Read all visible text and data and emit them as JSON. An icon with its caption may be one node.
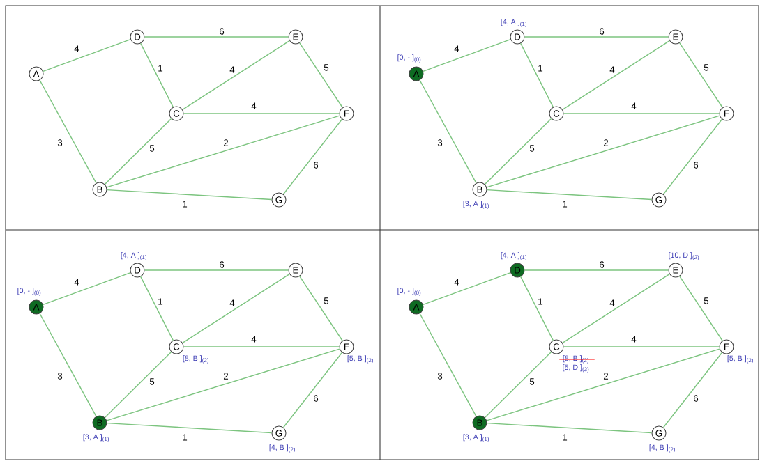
{
  "diagram": {
    "nodes": [
      {
        "text": [
          "D"
        ]
      },
      {
        "text": [
          "E"
        ]
      },
      {
        "text": [
          "A"
        ]
      },
      {
        "text": [
          "C"
        ]
      },
      {
        "text": [
          "F"
        ]
      },
      {
        "text": [
          "B"
        ]
      },
      {
        "text": [
          "G"
        ]
      },
      {
        "text": [
          "D"
        ],
        "beside": [
          "[4, A ]$_{(1)}$"
        ]
      },
      {
        "text": [
          "E"
        ]
      },
      {
        "text": [
          "A"
        ],
        "beside": [
          "[0, - ]$_{(0)}$"
        ]
      },
      {
        "text": [
          "C"
        ]
      },
      {
        "text": [
          "F"
        ]
      },
      {
        "text": [
          "B"
        ],
        "beside": [
          "[3, A ]$_{(1)}$"
        ]
      },
      {
        "text": [
          "G"
        ]
      },
      {
        "text": [
          "D"
        ],
        "beside": [
          "[4, A ]$_{(1)}$"
        ]
      },
      {
        "text": [
          "E"
        ]
      },
      {
        "text": [
          "A"
        ],
        "beside": [
          "[0, - ]$_{(0)}$"
        ]
      },
      {
        "text": [
          "C"
        ],
        "beside": [
          "[8, B ]$_{(2)}$"
        ]
      },
      {
        "text": [
          "F"
        ],
        "beside": [
          "[5, B ]$_{(2)}$"
        ]
      },
      {
        "text": [
          "B"
        ],
        "beside": [
          "[3, A ]$_{(1)}$"
        ]
      },
      {
        "text": [
          "G"
        ],
        "beside": [
          "[4, B ]$_{(2)}$"
        ]
      },
      {
        "text": [
          "D"
        ],
        "beside": [
          "[4, A ]$_{(1)}$"
        ]
      },
      {
        "text": [
          "E"
        ],
        "beside": [
          "[10, D ]$_{(2)}$"
        ]
      },
      {
        "text": [
          "A"
        ],
        "beside": [
          "[0, - ]$_{(0)}$"
        ]
      },
      {
        "text": [
          "C"
        ],
        "beside": [
          "[8, B ]$_{(2)}$",
          "[5, D ]$_{(3)}$"
        ]
      },
      {
        "text": [
          "F"
        ],
        "beside": [
          "[5, B ]$_{(2)}$"
        ]
      },
      {
        "text": [
          "B"
        ],
        "beside": [
          "[3, A ]$_{(1)}$"
        ]
      },
      {
        "text": [
          "G"
        ],
        "beside": [
          "[4, B ]$_{(2)}$"
        ]
      }
    ],
    "edges": [
      {
        "from": 2,
        "to": 0,
        "arrow": "none",
        "label": "4"
      },
      {
        "from": 2,
        "to": 5,
        "arrow": "none",
        "label": "3"
      },
      {
        "from": 0,
        "to": 1,
        "arrow": "none",
        "label": "6"
      },
      {
        "from": 0,
        "to": 3,
        "arrow": "none",
        "label": "1"
      },
      {
        "from": 3,
        "to": 1,
        "arrow": "none",
        "label": "4"
      },
      {
        "from": 3,
        "to": 4,
        "arrow": "none",
        "label": "4"
      },
      {
        "from": 1,
        "to": 4,
        "arrow": "none",
        "label": "5"
      },
      {
        "from": 5,
        "to": 3,
        "arrow": "none",
        "label": "5"
      },
      {
        "from": 5,
        "to": 4,
        "arrow": "none",
        "label": "2"
      },
      {
        "from": 5,
        "to": 6,
        "arrow": "none",
        "label": "1"
      },
      {
        "from": 6,
        "to": 4,
        "arrow": "none",
        "label": "6"
      },
      {
        "from": 9,
        "to": 7,
        "arrow": "none",
        "label": "4"
      },
      {
        "from": 9,
        "to": 12,
        "arrow": "none",
        "label": "3"
      },
      {
        "from": 7,
        "to": 8,
        "arrow": "none",
        "label": "6"
      },
      {
        "from": 7,
        "to": 10,
        "arrow": "none",
        "label": "1"
      },
      {
        "from": 10,
        "to": 8,
        "arrow": "none",
        "label": "4"
      },
      {
        "from": 10,
        "to": 11,
        "arrow": "none",
        "label": "4"
      },
      {
        "from": 8,
        "to": 11,
        "arrow": "none",
        "label": "5"
      },
      {
        "from": 12,
        "to": 10,
        "arrow": "none",
        "label": "5"
      },
      {
        "from": 12,
        "to": 11,
        "arrow": "none",
        "label": "2"
      },
      {
        "from": 12,
        "to": 13,
        "arrow": "none",
        "label": "1"
      },
      {
        "from": 13,
        "to": 11,
        "arrow": "none",
        "label": "6"
      },
      {
        "from": 16,
        "to": 14,
        "arrow": "none",
        "label": "4"
      },
      {
        "from": 16,
        "to": 19,
        "arrow": "none",
        "label": "3"
      },
      {
        "from": 14,
        "to": 15,
        "arrow": "none",
        "label": "6"
      },
      {
        "from": 14,
        "to": 17,
        "arrow": "none",
        "label": "1"
      },
      {
        "from": 17,
        "to": 15,
        "arrow": "none",
        "label": "4"
      },
      {
        "from": 17,
        "to": 18,
        "arrow": "none",
        "label": "4"
      },
      {
        "from": 15,
        "to": 18,
        "arrow": "none",
        "label": "5"
      },
      {
        "from": 19,
        "to": 17,
        "arrow": "none",
        "label": "5"
      },
      {
        "from": 19,
        "to": 18,
        "arrow": "none",
        "label": "2"
      },
      {
        "from": 19,
        "to": 20,
        "arrow": "none",
        "label": "1"
      },
      {
        "from": 20,
        "to": 18,
        "arrow": "none",
        "label": "6"
      },
      {
        "from": 23,
        "to": 21,
        "arrow": "none",
        "label": "4"
      },
      {
        "from": 23,
        "to": 26,
        "arrow": "none",
        "label": "3"
      },
      {
        "from": 21,
        "to": 22,
        "arrow": "none",
        "label": "6"
      },
      {
        "from": 21,
        "to": 24,
        "arrow": "none",
        "label": "1"
      },
      {
        "from": 24,
        "to": 22,
        "arrow": "none",
        "label": "4"
      },
      {
        "from": 24,
        "to": 25,
        "arrow": "none",
        "label": "4"
      },
      {
        "from": 22,
        "to": 25,
        "arrow": "none",
        "label": "5"
      },
      {
        "from": 26,
        "to": 24,
        "arrow": "none",
        "label": "5"
      },
      {
        "from": 26,
        "to": 25,
        "arrow": "none",
        "label": "2"
      },
      {
        "from": 26,
        "to": 27,
        "arrow": "none",
        "label": "1"
      },
      {
        "from": 27,
        "to": 25,
        "arrow": "none",
        "label": "6"
      }
    ]
  }
}
